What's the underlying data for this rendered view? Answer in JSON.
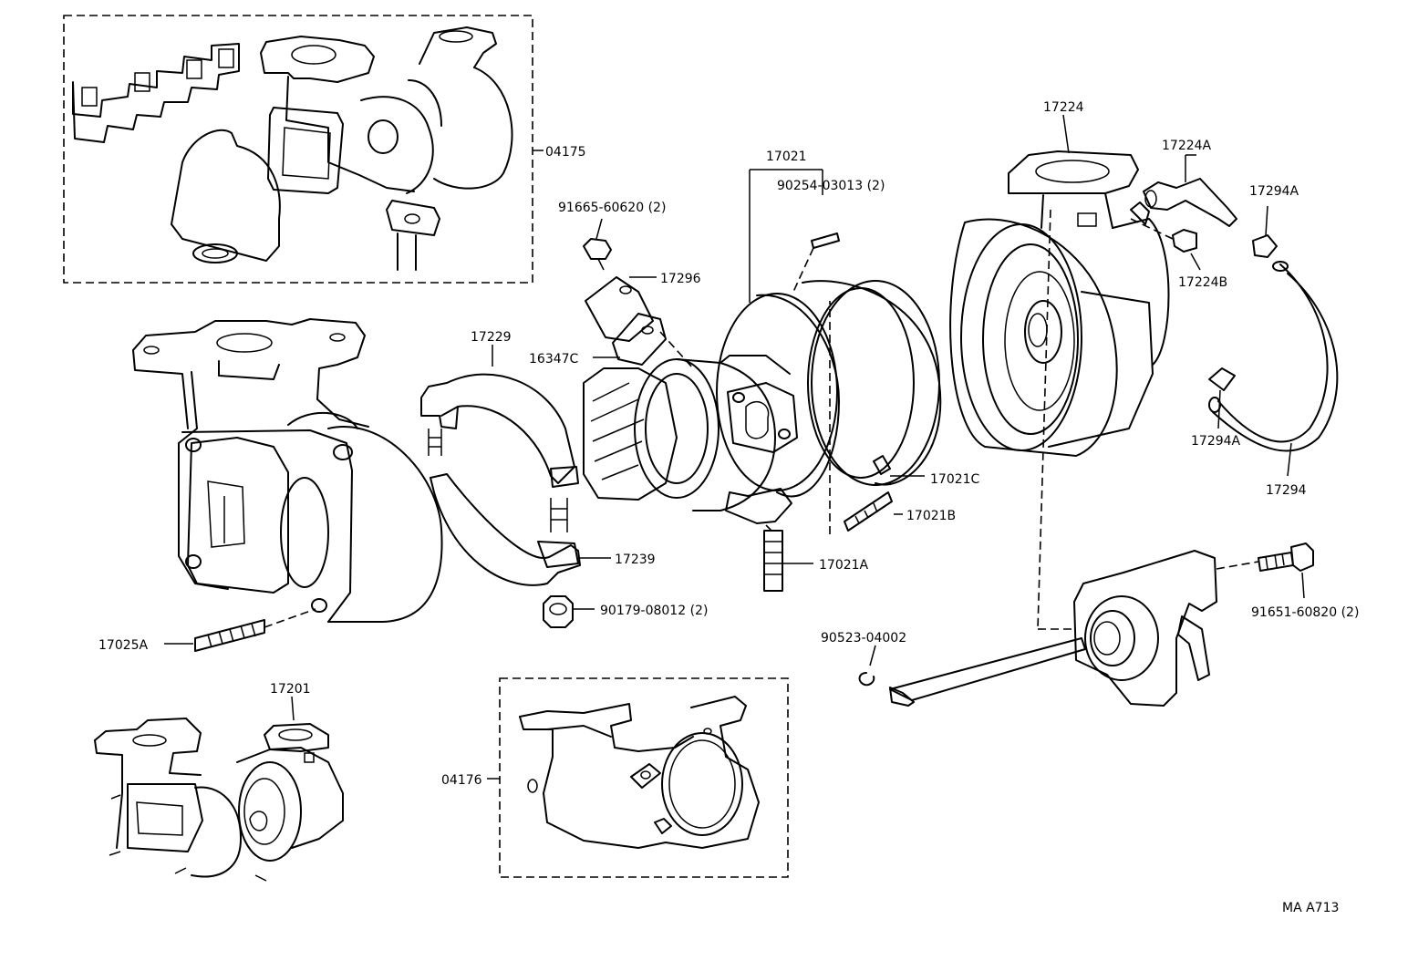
{
  "diagram": {
    "drawing_code": "MA A713",
    "labels": {
      "p04175": "04175",
      "p04176": "04176",
      "p17224": "17224",
      "p17224A": "17224A",
      "p17224B": "17224B",
      "p17294A_top": "17294A",
      "p17294A_bottom": "17294A",
      "p17294": "17294",
      "p17021": "17021",
      "p90254": "90254-03013 (2)",
      "p91665": "91665-60620 (2)",
      "p17296": "17296",
      "p16347C": "16347C",
      "p17229": "17229",
      "p17021C": "17021C",
      "p17021B": "17021B",
      "p17021A": "17021A",
      "p17239": "17239",
      "p90179": "90179-08012 (2)",
      "p17025A": "17025A",
      "p17201": "17201",
      "p90523": "90523-04002",
      "p91651": "91651-60820 (2)"
    }
  }
}
